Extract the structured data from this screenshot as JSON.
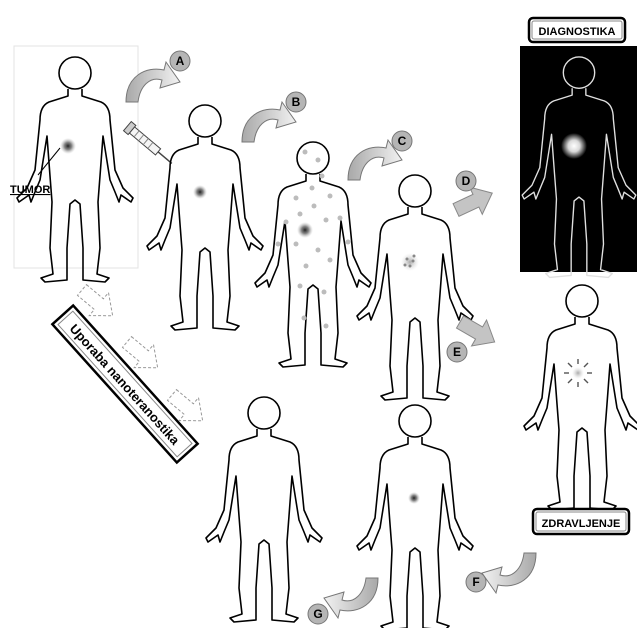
{
  "labels": {
    "diagnostika": "DIAGNOSTIKA",
    "zdravljenje": "ZDRAVLJENJE",
    "tumor": "TUMOR",
    "nanoteranostika": "Uporaba nanoteranostika"
  },
  "steps": {
    "a": "A",
    "b": "B",
    "c": "C",
    "d": "D",
    "e": "E",
    "f": "F",
    "g": "G"
  },
  "colors": {
    "curved_arrow_start": "#a8a8a8",
    "curved_arrow_end": "#f2f2f2",
    "block_arrow": "#c4c4c4",
    "label_circle": "#b5b5b5",
    "diagnostic_panel": "#000000",
    "body_outline": "#000000"
  },
  "icons": {
    "figure": "human-body-outline",
    "syringe": "syringe-icon",
    "curved_arrow": "curved-arrow-icon",
    "block_arrow": "block-arrow-icon"
  }
}
